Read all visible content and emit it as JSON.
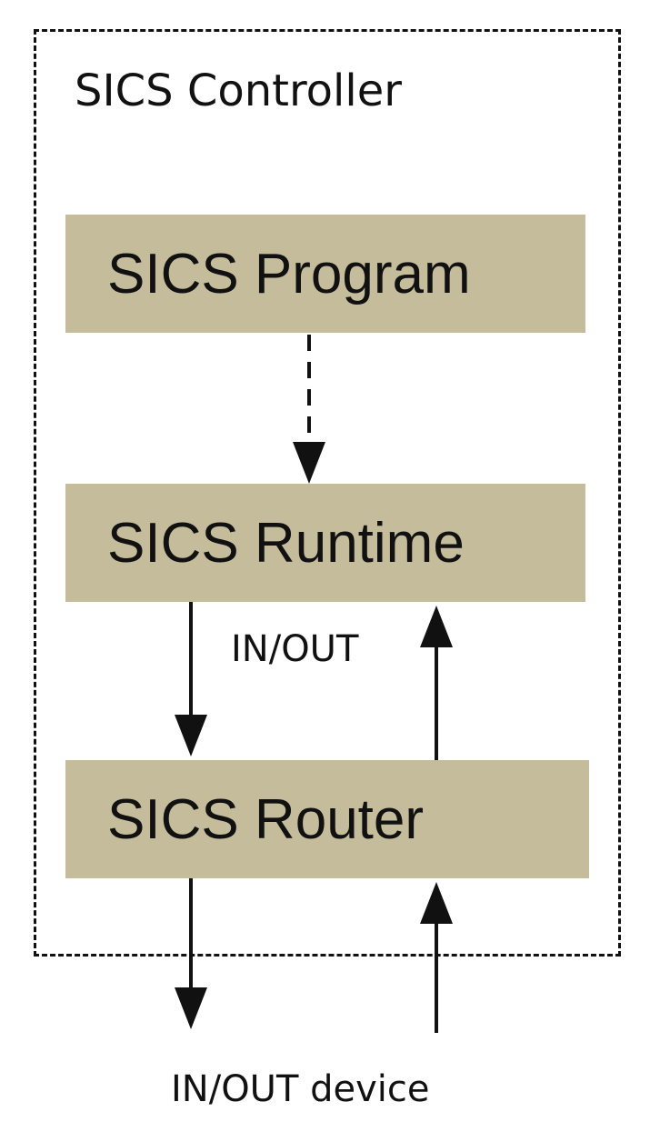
{
  "controller": {
    "title": "SICS Controller"
  },
  "boxes": {
    "program": "SICS Program",
    "runtime": "SICS Runtime",
    "router": "SICS Router"
  },
  "labels": {
    "inout": "IN/OUT",
    "device": "IN/OUT  device"
  },
  "colors": {
    "box_fill": "#c4bc9b",
    "line": "#111111"
  }
}
